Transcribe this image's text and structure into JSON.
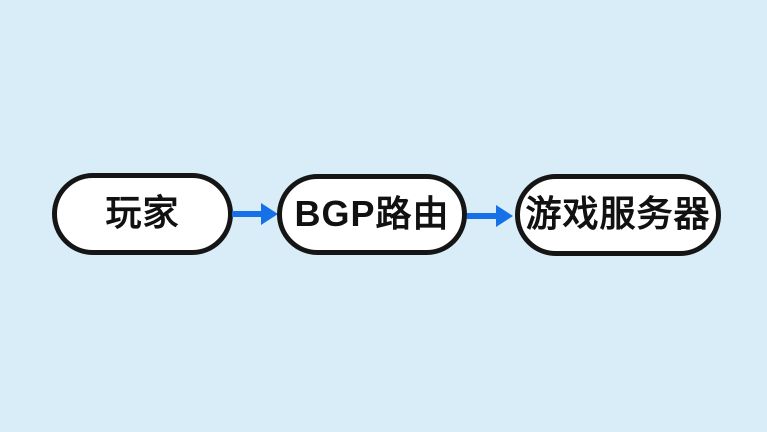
{
  "diagram": {
    "background_color": "#d9edf8",
    "node_fill": "#ffffff",
    "node_border_color": "#151515",
    "text_color": "#111111",
    "arrow_color": "#1671e8",
    "nodes": [
      {
        "id": "player",
        "label": "玩家"
      },
      {
        "id": "bgp-router",
        "label": "BGP路由"
      },
      {
        "id": "game-server",
        "label": "游戏服务器"
      }
    ],
    "edges": [
      {
        "from": "player",
        "to": "bgp-router"
      },
      {
        "from": "bgp-router",
        "to": "game-server"
      }
    ]
  }
}
